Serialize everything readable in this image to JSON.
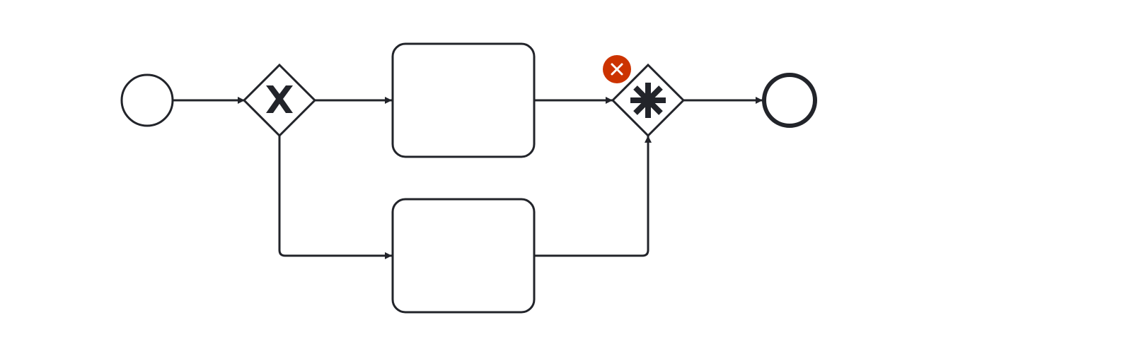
{
  "diagram": {
    "elements": [
      {
        "id": "start_event",
        "kind": "start-event"
      },
      {
        "id": "exclusive_gateway",
        "kind": "exclusive-gateway",
        "marker": "x-marker"
      },
      {
        "id": "task_1",
        "kind": "task",
        "label": ""
      },
      {
        "id": "task_2",
        "kind": "task",
        "label": ""
      },
      {
        "id": "complex_gateway",
        "kind": "complex-gateway",
        "marker": "asterisk-marker"
      },
      {
        "id": "end_event",
        "kind": "end-event"
      }
    ],
    "flows": [
      {
        "from": "start_event",
        "to": "exclusive_gateway"
      },
      {
        "from": "exclusive_gateway",
        "to": "task_1"
      },
      {
        "from": "exclusive_gateway",
        "to": "task_2"
      },
      {
        "from": "task_1",
        "to": "complex_gateway"
      },
      {
        "from": "task_2",
        "to": "complex_gateway"
      },
      {
        "from": "complex_gateway",
        "to": "end_event"
      }
    ],
    "validation": {
      "error_badge_icon": "close-icon",
      "badge_color": "#cc3300",
      "target": "complex_gateway"
    }
  },
  "colors": {
    "stroke": "#22242a",
    "background": "#ffffff"
  }
}
